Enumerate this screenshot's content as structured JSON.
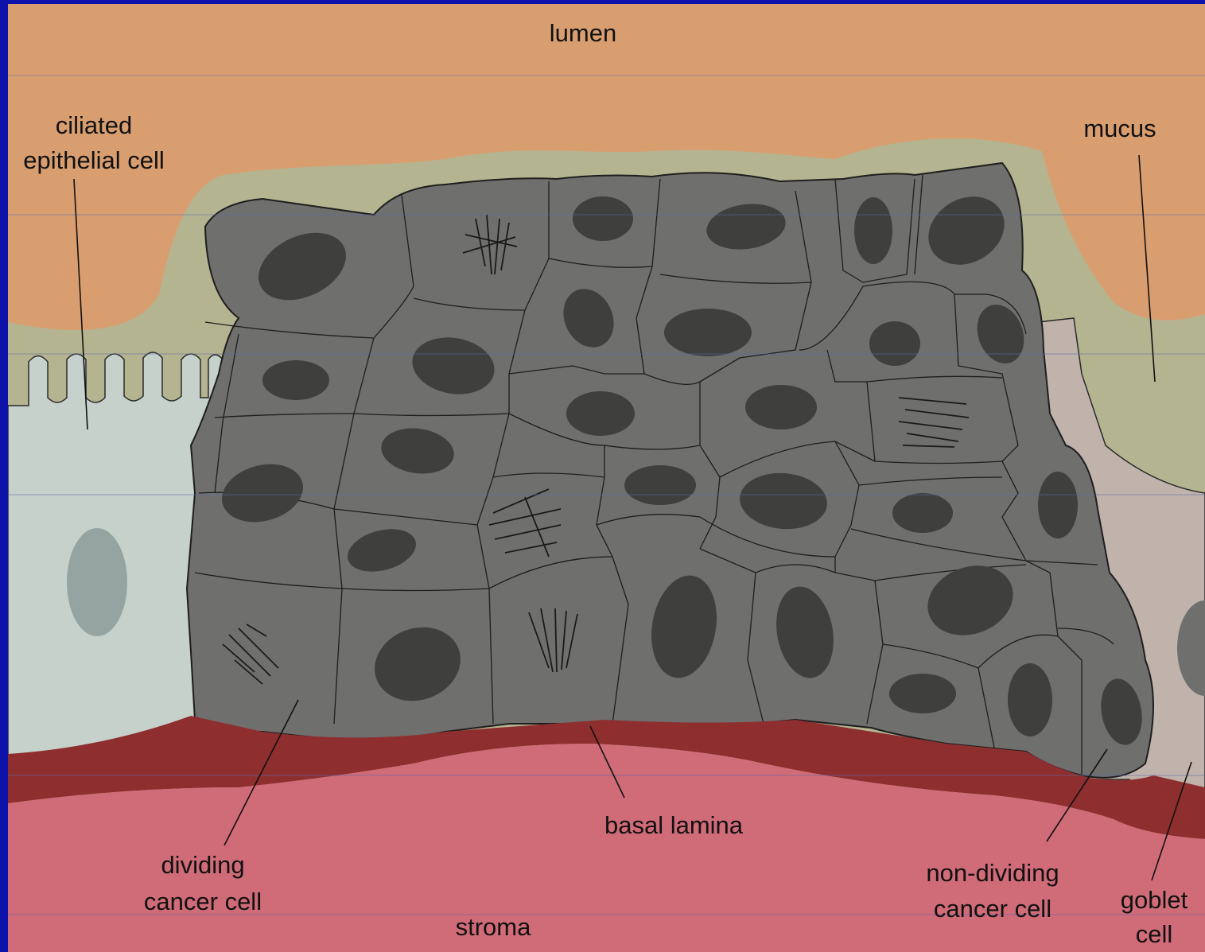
{
  "labels": {
    "lumen": "lumen",
    "ciliated_line1": "ciliated",
    "ciliated_line2": "epithelial cell",
    "mucus": "mucus",
    "basal_lamina": "basal lamina",
    "dividing_line1": "dividing",
    "dividing_line2": "cancer cell",
    "nondividing_line1": "non-dividing",
    "nondividing_line2": "cancer cell",
    "goblet_line1": "goblet",
    "goblet_line2": "cell",
    "stroma": "stroma"
  },
  "colors": {
    "border": "#0d13a8",
    "lumen": "#d99e70",
    "mucus": "#b4b490",
    "ciliated_cell": "#c6d1cb",
    "cancer_cell": "#6f6f6d",
    "nucleus": "#3f3f3e",
    "goblet_cell": "#c0b3ac",
    "basal_lamina": "#8e2e2e",
    "stroma": "#d06b78"
  }
}
